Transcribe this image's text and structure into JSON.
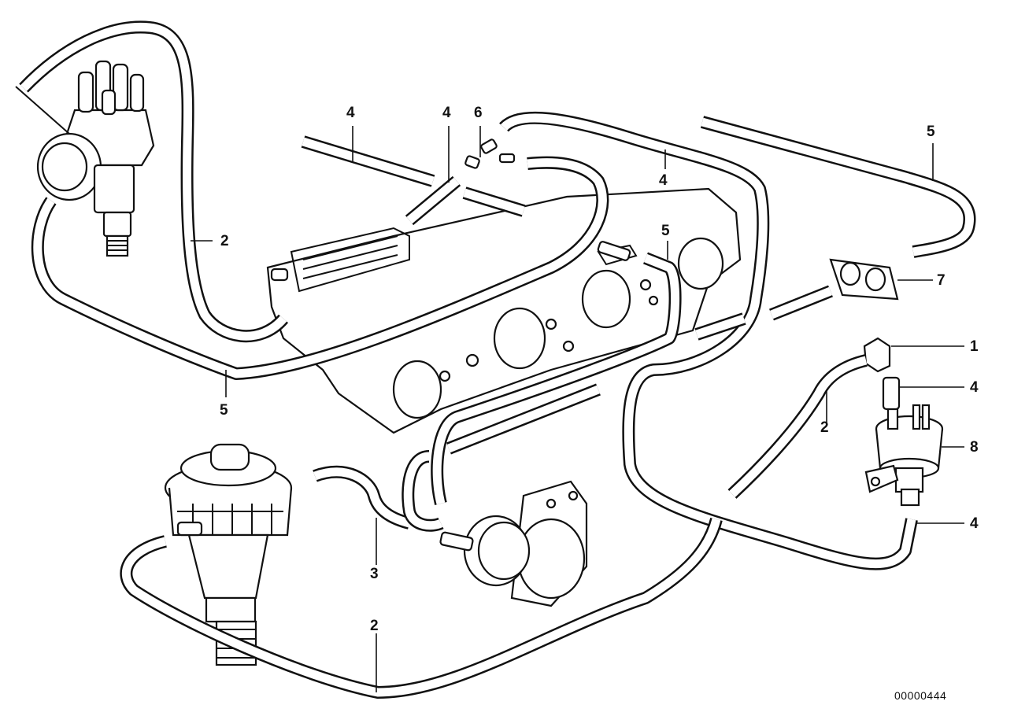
{
  "diagram": {
    "code": "00000444",
    "callouts": [
      {
        "id": "c1",
        "label": "4"
      },
      {
        "id": "c2",
        "label": "4"
      },
      {
        "id": "c3",
        "label": "6"
      },
      {
        "id": "c4",
        "label": "4"
      },
      {
        "id": "c5",
        "label": "5"
      },
      {
        "id": "c6",
        "label": "2"
      },
      {
        "id": "c7",
        "label": "5"
      },
      {
        "id": "c8",
        "label": "5"
      },
      {
        "id": "c9",
        "label": "7"
      },
      {
        "id": "c10",
        "label": "1"
      },
      {
        "id": "c11",
        "label": "4"
      },
      {
        "id": "c12",
        "label": "2"
      },
      {
        "id": "c13",
        "label": "8"
      },
      {
        "id": "c14",
        "label": "4"
      },
      {
        "id": "c15",
        "label": "3"
      },
      {
        "id": "c16",
        "label": "2"
      }
    ]
  }
}
